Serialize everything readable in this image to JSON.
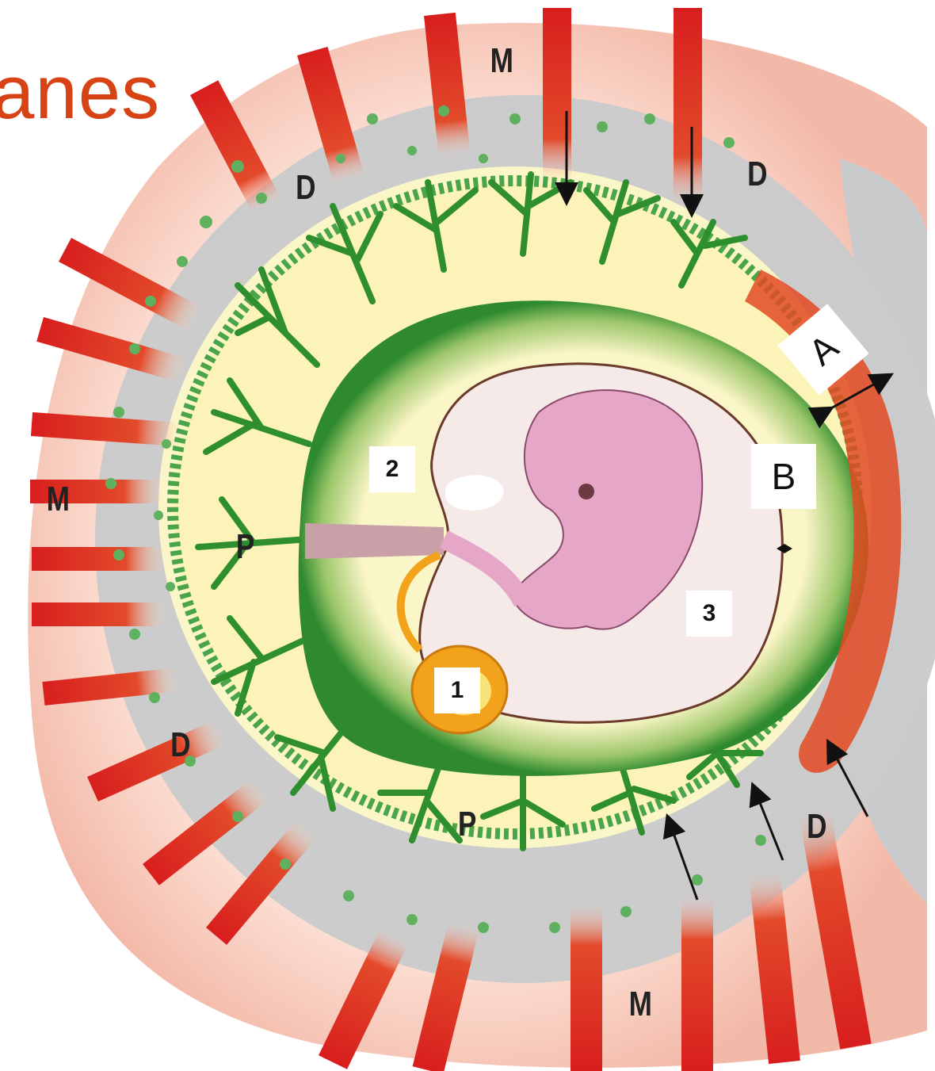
{
  "title": "anes",
  "labels": {
    "M_top": "M",
    "M_left": "M",
    "M_bottom": "M",
    "D_top_left": "D",
    "D_top_right": "D",
    "D_bottom_left": "D",
    "D_bottom_right": "D",
    "P_left": "P",
    "P_bottom": "P",
    "A": "A",
    "B": "B",
    "n1": "1",
    "n2": "2",
    "n3": "3"
  },
  "colors": {
    "title": "#d84315",
    "artery_red": "#d32020",
    "decidua_grey": "#c9cacb",
    "villi_green": "#2e8b2e",
    "chorionic_yellow": "#fbf6c8",
    "embryo_pink": "#e6a6c8",
    "yolk_orange": "#f2a21b",
    "myometrium_pink": "#f6c2b4"
  }
}
